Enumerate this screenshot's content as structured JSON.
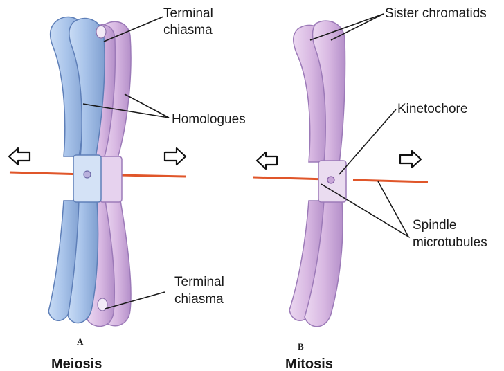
{
  "panel_a": {
    "letter": "A",
    "title": "Meiosis",
    "labels": {
      "terminal_chiasma_top_line1": "Terminal",
      "terminal_chiasma_top_line2": "chiasma",
      "homologues": "Homologues",
      "terminal_chiasma_bottom_line1": "Terminal",
      "terminal_chiasma_bottom_line2": "chiasma"
    }
  },
  "panel_b": {
    "letter": "B",
    "title": "Mitosis",
    "labels": {
      "sister_chromatids": "Sister chromatids",
      "kinetochore": "Kinetochore",
      "spindle_line1": "Spindle",
      "spindle_line2": "microtubules"
    }
  },
  "colors": {
    "blue_homologue": "#a9c4ea",
    "blue_shadow": "#7f9fd0",
    "pink_chromatid": "#d8b8e2",
    "pink_shadow": "#b48fc9",
    "spindle": "#e0562a"
  }
}
